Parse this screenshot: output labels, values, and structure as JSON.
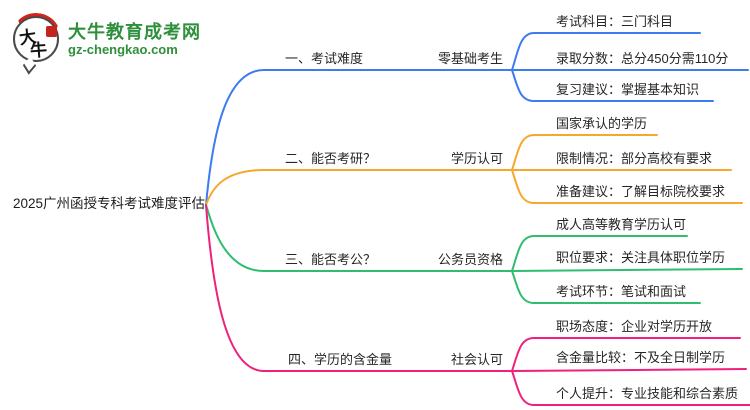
{
  "site": {
    "name": "大牛教育成考网",
    "domain": "gz-chengkao.com",
    "bubble_char_1": "大",
    "bubble_char_2": "牛"
  },
  "root_label": "2025广州函授专科考试难度评估",
  "branches": [
    {
      "label": "一、考试难度",
      "sublabel": "零基础考生",
      "color": "#3c7cf0",
      "leaves": [
        "考试科目：三门科目",
        "录取分数：总分450分需110分",
        "复习建议：掌握基本知识"
      ]
    },
    {
      "label": "二、能否考研？",
      "sublabel": "学历认可",
      "color": "#f7a72d",
      "leaves": [
        "国家承认的学历",
        "限制情况：部分高校有要求",
        "准备建议：了解目标院校要求"
      ]
    },
    {
      "label": "三、能否考公？",
      "sublabel": "公务员资格",
      "color": "#2fbd70",
      "leaves": [
        "成人高等教育学历认可",
        "职位要求：关注具体职位学历",
        "考试环节：笔试和面试"
      ]
    },
    {
      "label": "四、学历的含金量",
      "sublabel": "社会认可",
      "color": "#f0217c",
      "leaves": [
        "职场态度：企业对学历开放",
        "含金量比较：不及全日制学历",
        "个人提升：专业技能和综合素质"
      ]
    }
  ]
}
